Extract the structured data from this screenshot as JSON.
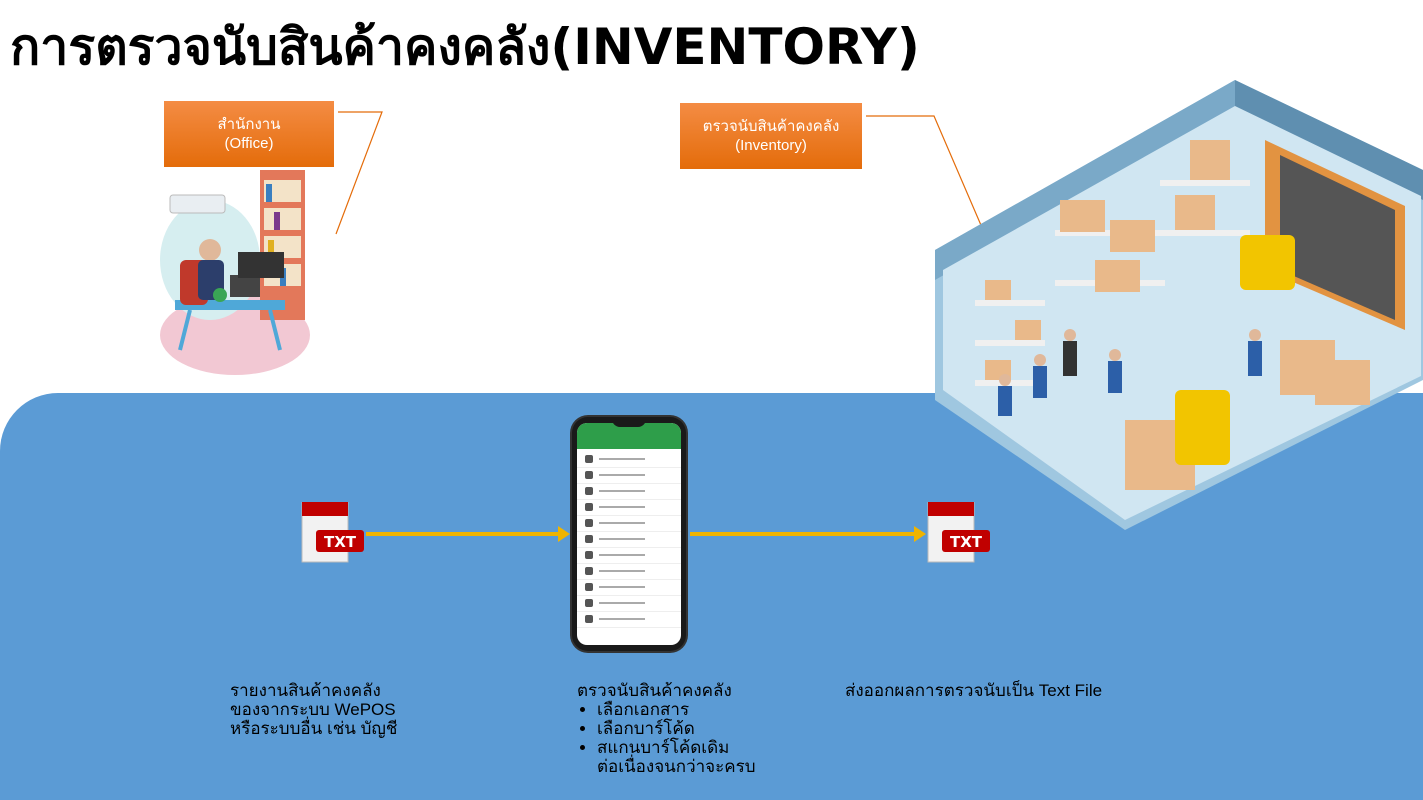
{
  "title": "การตรวจนับสินค้าคงคลัง(INVENTORY)",
  "office_box": {
    "line1": "สำนักงาน",
    "line2": "(Office)"
  },
  "inventory_box": {
    "line1": "ตรวจนับสินค้าคงคลัง",
    "line2": "(Inventory)"
  },
  "txt_icon_label": "TXT",
  "source_caption": [
    "รายงานสินค้าคงคลัง",
    "ของจากระบบ WePOS",
    "หรือระบบอื่น เช่น บัญชี"
  ],
  "count_caption": {
    "heading": "ตรวจนับสินค้าคงคลัง",
    "bullets": [
      "เลือกเอกสาร",
      "เลือกบาร์โค้ด",
      "สแกนบาร์โค้ดเดิม"
    ],
    "continuation": "ต่อเนื่องจนกว่าจะครบ"
  },
  "export_caption": "ส่งออกผลการตรวจนับเป็น Text File",
  "colors": {
    "panel": "#5b9bd5",
    "orange": "#e46c0a",
    "arrow": "#f0b400",
    "txt_red": "#c00000"
  },
  "icons": [
    "office-worker-illustration",
    "warehouse-illustration",
    "txt-file-icon",
    "smartphone"
  ]
}
